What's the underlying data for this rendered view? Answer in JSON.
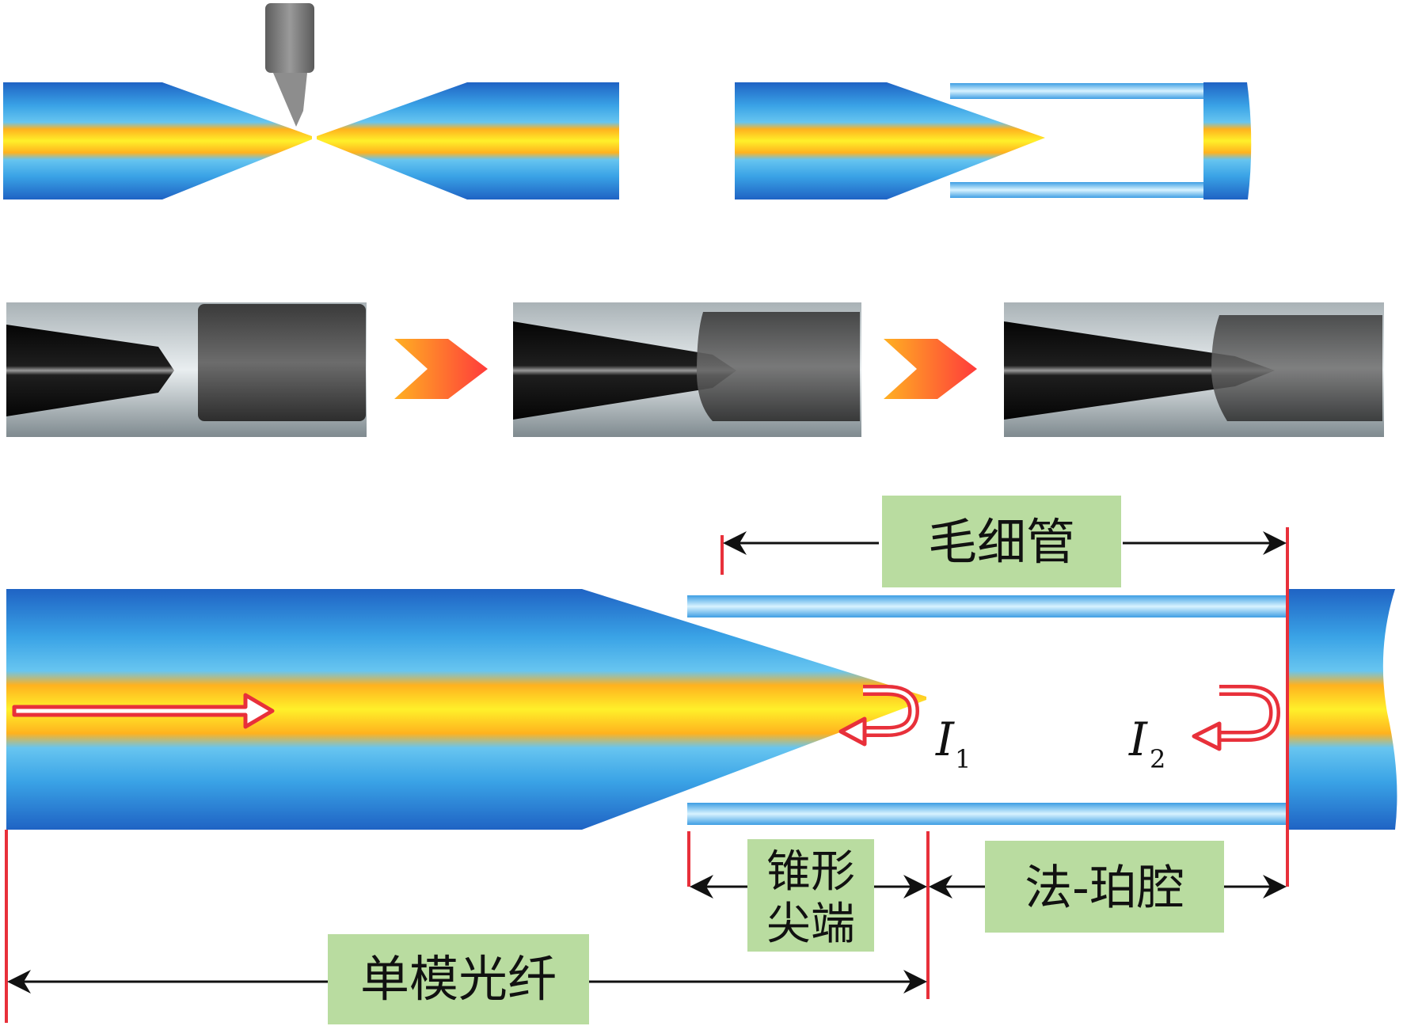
{
  "labels": {
    "capillary": "毛细管",
    "taper_tip": [
      "锥形",
      "尖端"
    ],
    "fp_cavity": "法-珀腔",
    "smf": "单模光纤",
    "i1_main": "I",
    "i1_sub": "1",
    "i2_main": "I",
    "i2_sub": "2"
  },
  "colors": {
    "cladding": "#2f8fd8",
    "core": "#ffd21a",
    "label_box": "#b9dca0",
    "dimension_line": "#111111",
    "marker_red": "#e8303a",
    "arrow_orange": "#ff7a22",
    "reflection_arrow": "#e8303a"
  }
}
